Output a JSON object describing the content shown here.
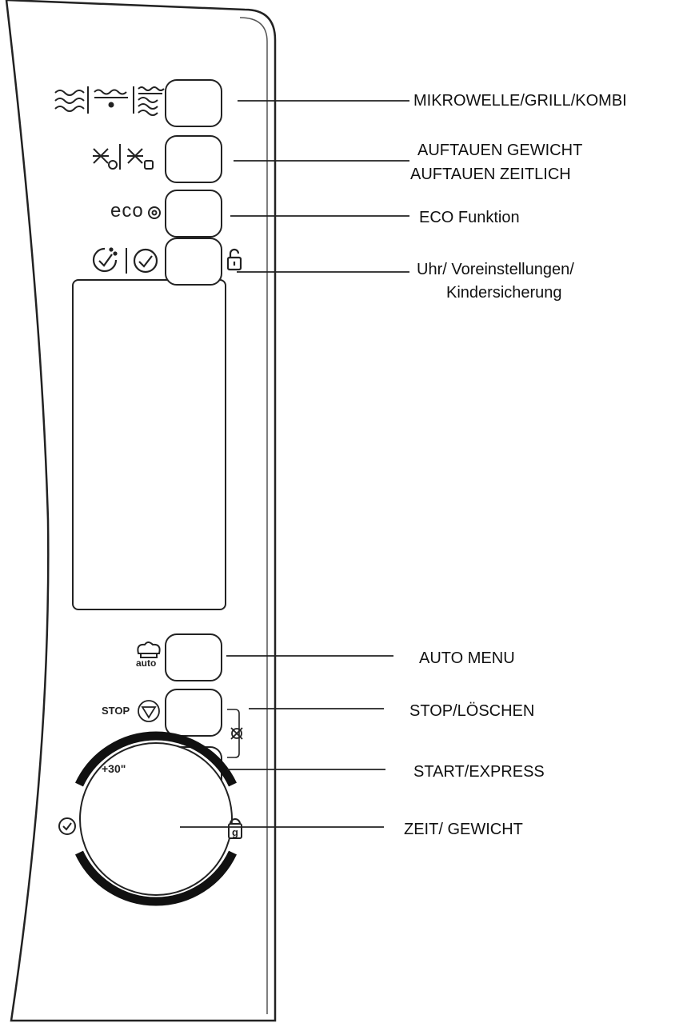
{
  "callouts": {
    "mode": "MIKROWELLE/GRILL/KOMBI",
    "defrost_weight": "AUFTAUEN GEWICHT",
    "defrost_time": "AUFTAUEN ZEITLICH",
    "eco": "ECO Funktion",
    "clock_line1": "Uhr/ Voreinstellungen/",
    "clock_line2": "Kindersicherung",
    "auto_menu": "AUTO MENU",
    "stop": "STOP/LÖSCHEN",
    "start": "START/EXPRESS",
    "dial": "ZEIT/ GEWICHT"
  },
  "panel_text": {
    "eco": "eco",
    "auto": "auto",
    "stop": "STOP",
    "plus30": "+30\""
  },
  "icons": [
    "microwave-waves-icon",
    "grill-icon",
    "combi-icon",
    "defrost-weight-icon",
    "defrost-time-icon",
    "eco-icon",
    "preset-clock-icon",
    "clock-icon",
    "lock-icon",
    "chef-hat-icon",
    "stop-icon",
    "start-icon",
    "cancel-icon",
    "dial-clock-icon",
    "dial-weight-icon"
  ]
}
